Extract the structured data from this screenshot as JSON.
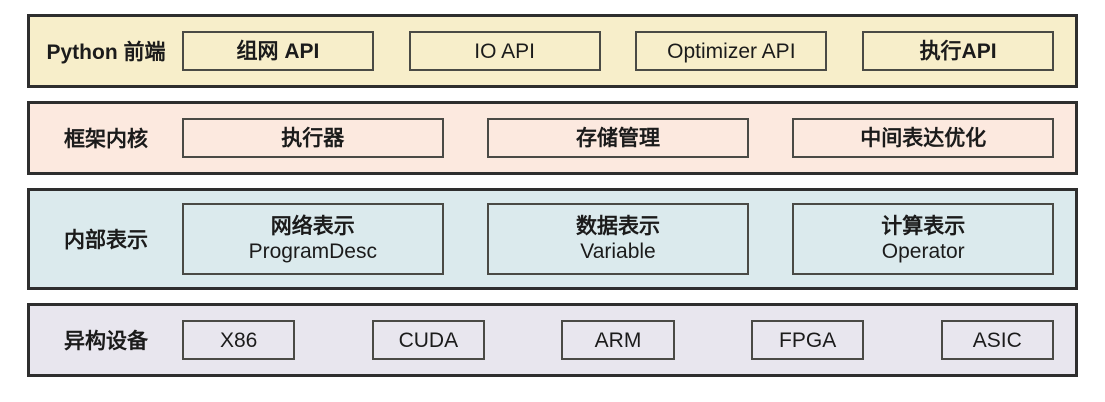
{
  "diagram": {
    "title_semantic": "framework-architecture-layers",
    "text_color": "#1b1b1b",
    "rows": [
      {
        "label": "Python 前端",
        "bg": "#f7eeca",
        "boxes": [
          {
            "lines": [
              "组网 API"
            ]
          },
          {
            "lines": [
              "IO API"
            ]
          },
          {
            "lines": [
              "Optimizer API"
            ]
          },
          {
            "lines": [
              "执行API"
            ]
          }
        ]
      },
      {
        "label": "框架内核",
        "bg": "#fce9df",
        "boxes": [
          {
            "lines": [
              "执行器"
            ]
          },
          {
            "lines": [
              "存储管理"
            ]
          },
          {
            "lines": [
              "中间表达优化"
            ]
          }
        ]
      },
      {
        "label": "内部表示",
        "bg": "#dbeaed",
        "boxes": [
          {
            "lines": [
              "网络表示",
              "ProgramDesc"
            ]
          },
          {
            "lines": [
              "数据表示",
              "Variable"
            ]
          },
          {
            "lines": [
              "计算表示",
              "Operator"
            ]
          }
        ]
      },
      {
        "label": "异构设备",
        "bg": "#e8e6ee",
        "boxes": [
          {
            "lines": [
              "X86"
            ]
          },
          {
            "lines": [
              "CUDA"
            ]
          },
          {
            "lines": [
              "ARM"
            ]
          },
          {
            "lines": [
              "FPGA"
            ]
          },
          {
            "lines": [
              "ASIC"
            ]
          }
        ]
      }
    ]
  }
}
